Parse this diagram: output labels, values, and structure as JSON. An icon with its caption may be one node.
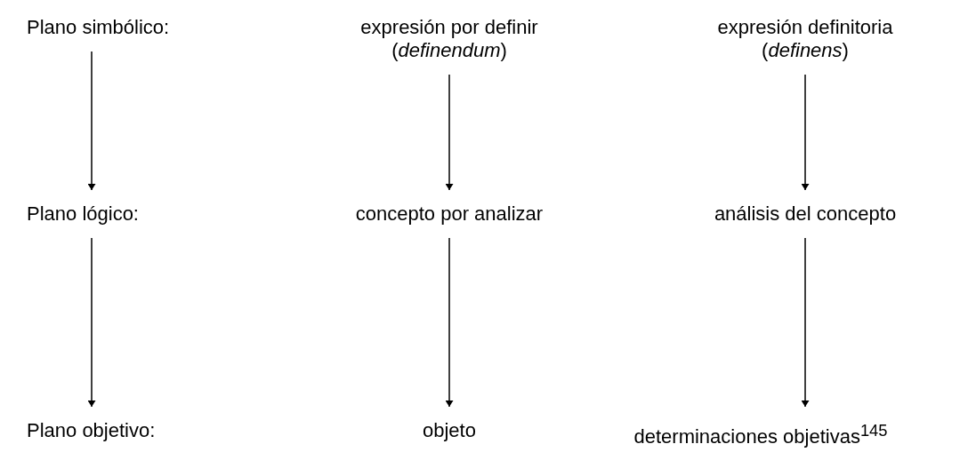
{
  "diagram": {
    "nodes": [
      {
        "text": [
          "Plano simbólico:"
        ]
      },
      {
        "text": [
          "expresión por definir (*definendum*)"
        ]
      },
      {
        "text": [
          "expresión definitoria (*definens*)"
        ]
      },
      {
        "text": [
          "Plano lógico:"
        ]
      },
      {
        "text": [
          "concepto por analizar"
        ]
      },
      {
        "text": [
          "análisis del concepto"
        ]
      },
      {
        "text": [
          "Plano objetivo:"
        ]
      },
      {
        "text": [
          "objeto"
        ]
      },
      {
        "text": [
          "determinaciones objetivas$^{145}$"
        ]
      }
    ],
    "edges": [
      {
        "from": 0,
        "to": 3,
        "arrow": "to"
      },
      {
        "from": 3,
        "to": 6,
        "arrow": "to"
      },
      {
        "from": 1,
        "to": 4,
        "arrow": "to"
      },
      {
        "from": 4,
        "to": 7,
        "arrow": "to"
      },
      {
        "from": 2,
        "to": 5,
        "arrow": "to"
      },
      {
        "from": 5,
        "to": 8,
        "arrow": "to"
      }
    ]
  }
}
